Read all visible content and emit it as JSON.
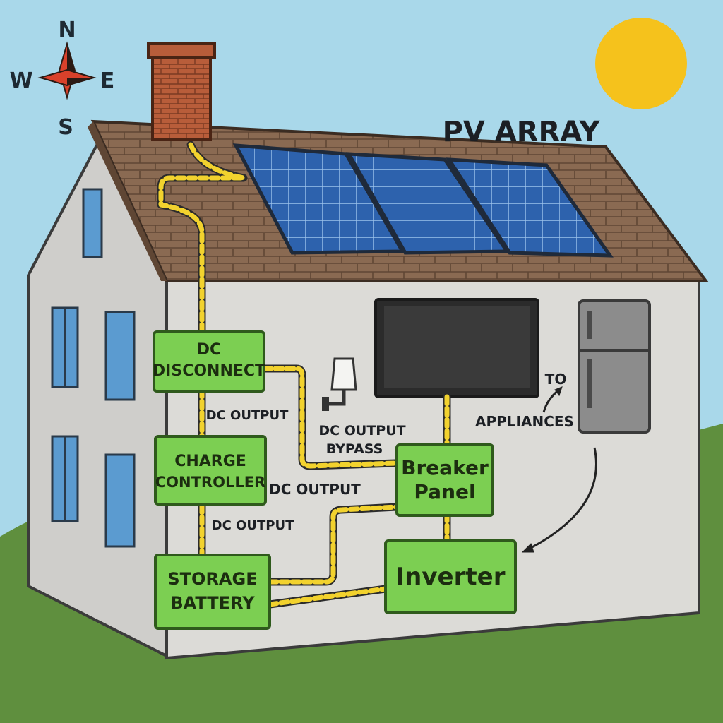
{
  "title": "PV ARRAY",
  "compass": {
    "north": "N",
    "south": "S",
    "east": "E",
    "west": "W"
  },
  "components": {
    "dc_disconnect": {
      "line1": "DC",
      "line2": "DISCONNECT"
    },
    "charge_controller": {
      "line1": "CHARGE",
      "line2": "CONTROLLER"
    },
    "storage_battery": {
      "line1": "STORAGE",
      "line2": "BATTERY"
    },
    "breaker_panel": {
      "line1": "Breaker",
      "line2": "Panel"
    },
    "inverter": {
      "label": "Inverter"
    }
  },
  "wire_labels": {
    "dc_output_1": "DC OUTPUT",
    "dc_output_bypass_line1": "DC OUTPUT",
    "dc_output_bypass_line2": "BYPASS",
    "dc_output_2": "DC OUTPUT",
    "dc_output_3": "DC OUTPUT"
  },
  "appliances": {
    "line1": "TO",
    "line2": "APPLIANCES"
  },
  "colors": {
    "sky": "#a9d8ea",
    "grass": "#5f8f3e",
    "wall": "#dcdbd7",
    "roof": "#8a6a52",
    "panel": "#2a5fa8",
    "component_box": "#7ccf52",
    "wire": "#f2d22e",
    "sun": "#f5c21c",
    "compass_red": "#d9412b"
  }
}
